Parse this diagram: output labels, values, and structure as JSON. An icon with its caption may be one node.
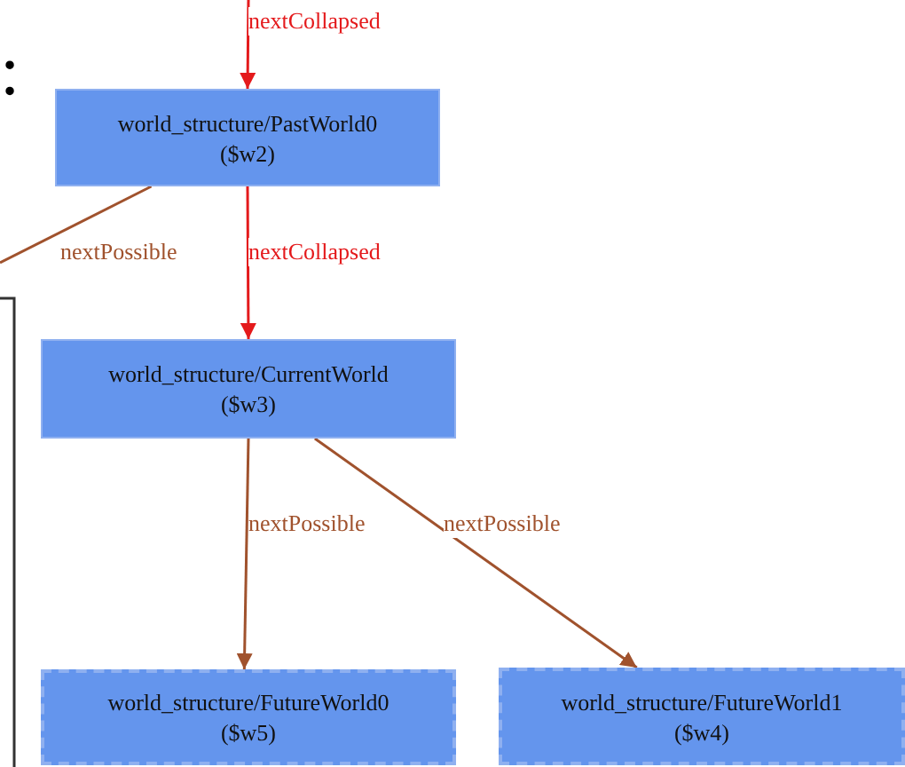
{
  "diagram": {
    "nodes": [
      {
        "text": [
          "world_structure/PastWorld0",
          "($w2)"
        ]
      },
      {
        "text": [
          "world_structure/CurrentWorld",
          "($w3)"
        ]
      },
      {
        "text": [
          "world_structure/FutureWorld0",
          "($w5)"
        ]
      },
      {
        "text": [
          "world_structure/FutureWorld1",
          "($w4)"
        ]
      }
    ],
    "edges": [
      {
        "from": null,
        "to": 0,
        "arrow": "to",
        "label": "nextCollapsed",
        "color": "#e41a1c"
      },
      {
        "from": 0,
        "to": null,
        "arrow": "none",
        "label": "nextPossible"
      },
      {
        "from": 0,
        "to": 1,
        "arrow": "to",
        "label": "nextCollapsed",
        "color": "#e41a1c"
      },
      {
        "from": 1,
        "to": 2,
        "arrow": "to",
        "label": "nextPossible"
      },
      {
        "from": 1,
        "to": 3,
        "arrow": "to",
        "label": "nextPossible"
      }
    ],
    "labels": [
      ":"
    ]
  }
}
